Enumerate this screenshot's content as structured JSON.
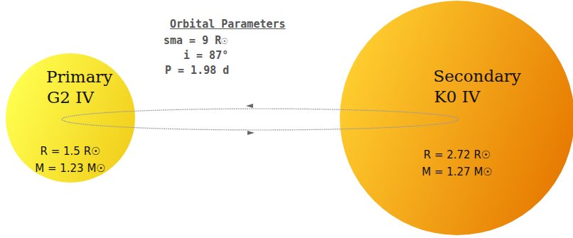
{
  "diagram": {
    "title": "Orbital Parameters",
    "nodes": [
      {
        "text": [
          "Primary G2 IV",
          "R = 1.5 R☉ M = 1.23 M☉"
        ]
      },
      {
        "text": [
          "Secondary K0 IV",
          "R = 2.72 R☉ M = 1.27 M☉"
        ]
      }
    ],
    "labels": [
      "sma = 9 R☉",
      "i = 87°",
      "P = 1.98 d"
    ]
  }
}
